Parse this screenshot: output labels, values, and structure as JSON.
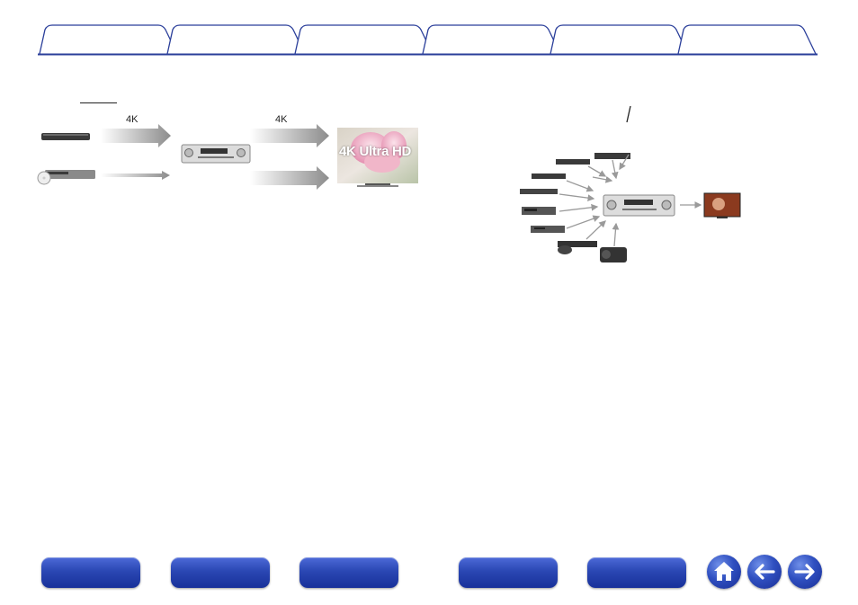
{
  "tabs": [
    "",
    "",
    "",
    "",
    "",
    ""
  ],
  "left_diagram": {
    "top_arrow_label_1": "4K",
    "top_arrow_label_2": "4K",
    "tv_screen_text": "4K Ultra HD"
  },
  "footer": {
    "buttons": [
      "",
      "",
      "",
      "",
      ""
    ]
  },
  "icons": {
    "home": "home-icon",
    "back": "arrow-left-icon",
    "forward": "arrow-right-icon"
  },
  "colors": {
    "tab_border": "#2a3e9a",
    "button_blue": "#2a47b3",
    "arrow_gray": "#9a9a9a"
  }
}
